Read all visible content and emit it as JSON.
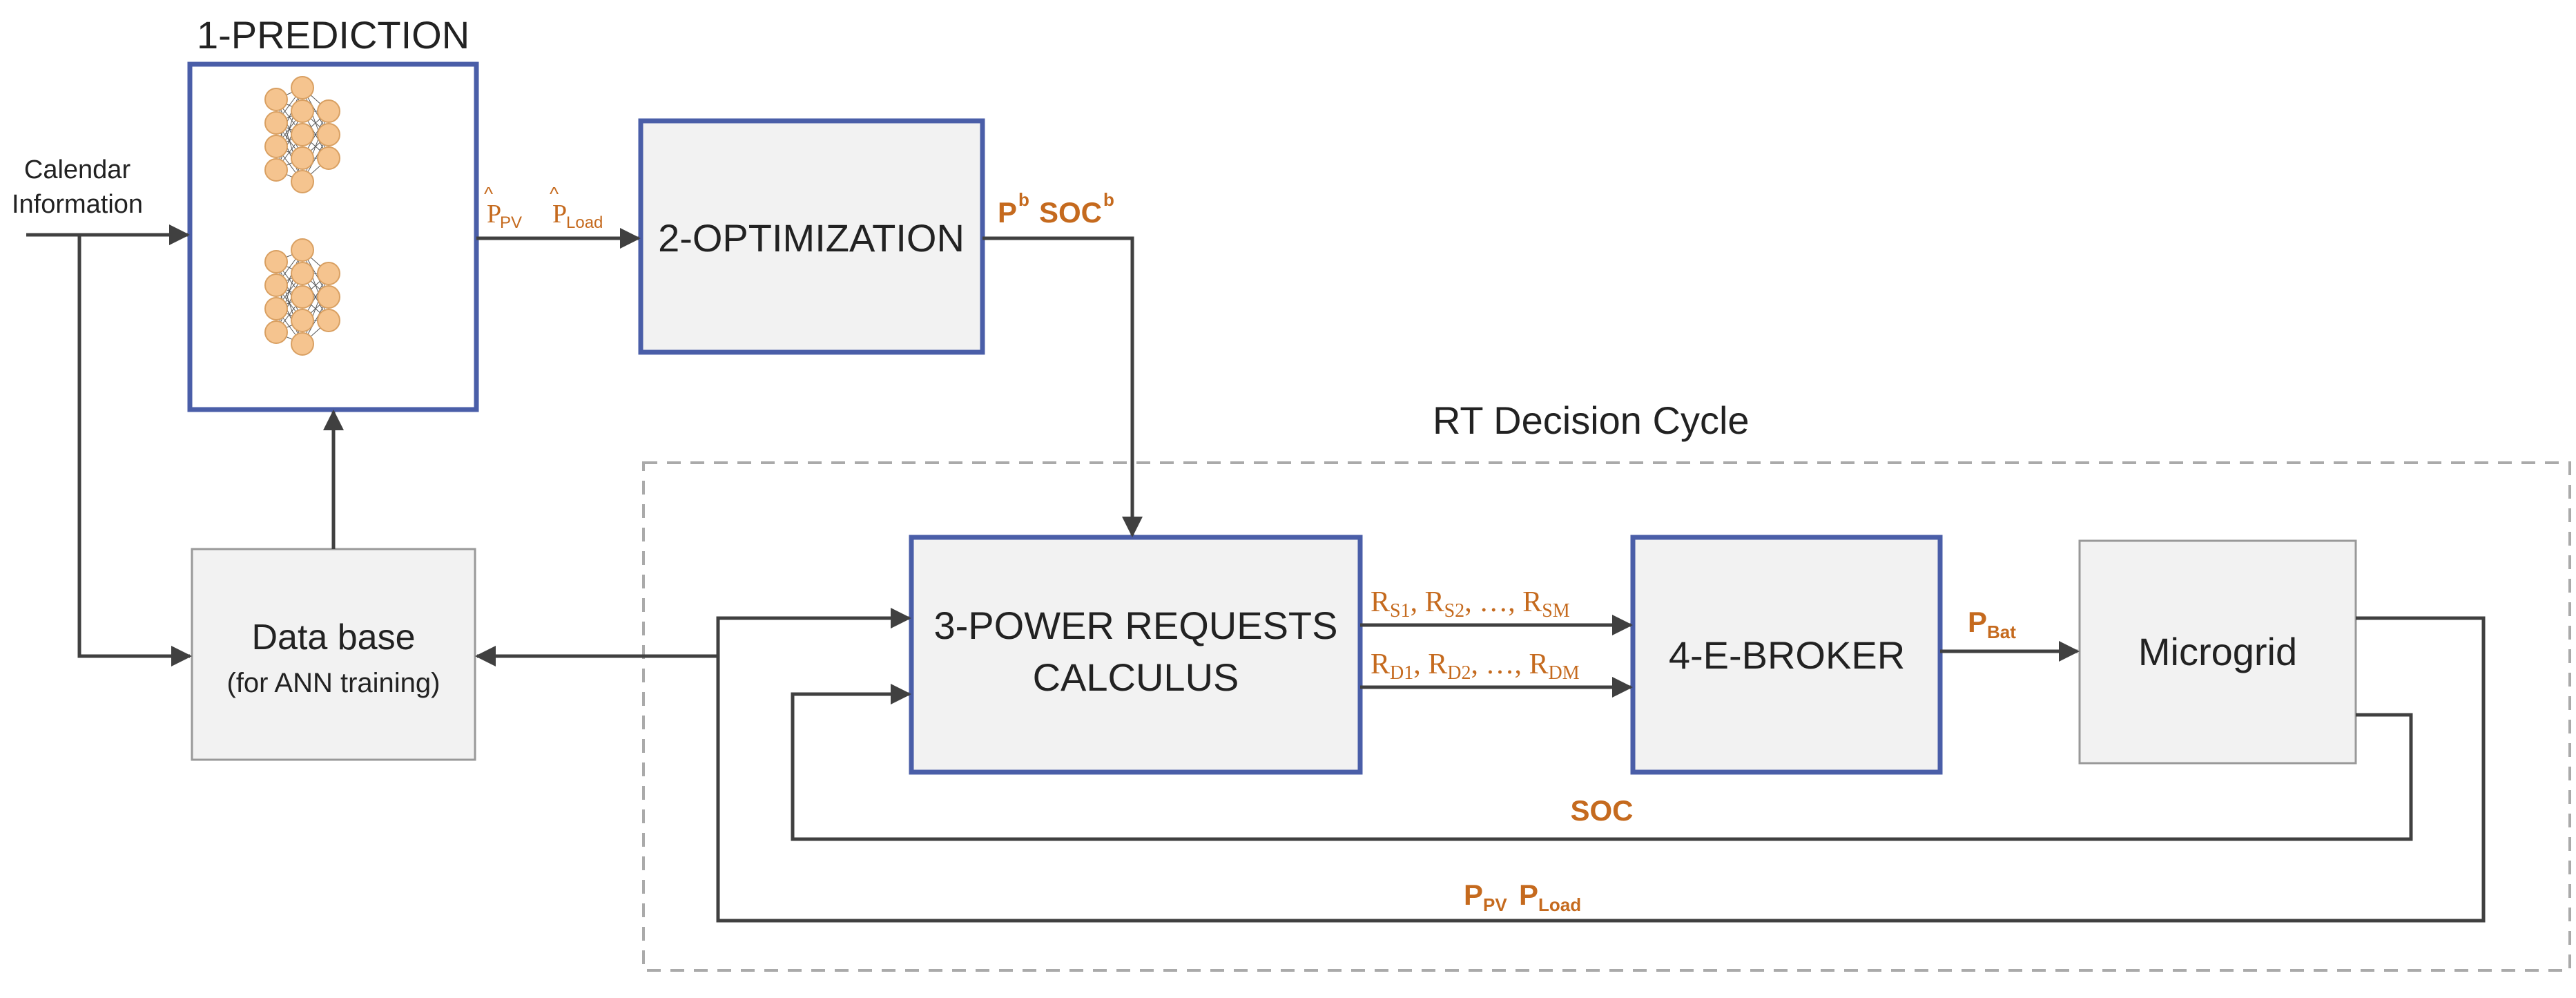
{
  "colors": {
    "block_border_highlight": "#4a5ea8",
    "block_border_plain": "#999999",
    "block_fill": "#f2f2f2",
    "line": "#404040",
    "accent_text": "#c56a1e",
    "neuron_fill": "#f5c48f",
    "neuron_stroke": "#d9a062",
    "dashed_border": "#aaaaaa"
  },
  "blocks": {
    "prediction": {
      "title": "1-PREDICTION"
    },
    "optimization": {
      "label": "2-OPTIMIZATION"
    },
    "database": {
      "line1": "Data base",
      "line2": "(for ANN training)"
    },
    "power_requests": {
      "line1": "3-POWER REQUESTS",
      "line2": "CALCULUS"
    },
    "ebroker": {
      "label": "4-E-BROKER"
    },
    "microgrid": {
      "label": "Microgrid"
    }
  },
  "cycle_label": "RT Decision Cycle",
  "input": {
    "line1": "Calendar",
    "line2": "Information"
  },
  "signals": {
    "p_pv_hat": {
      "base": "P",
      "sub": "PV"
    },
    "p_load_hat": {
      "base": "P",
      "sub": "Load"
    },
    "pb_socb": {
      "p": "P",
      "p_sup": "b",
      "soc": "SOC",
      "soc_sup": "b"
    },
    "rs": {
      "text": "R",
      "s1": "S1",
      "s2": "S2",
      "sm": "SM",
      "sep": ", ",
      "dots": ", …, "
    },
    "rd": {
      "text": "R",
      "d1": "D1",
      "d2": "D2",
      "dm": "DM",
      "sep": ", ",
      "dots": ", …, "
    },
    "p_bat": {
      "base": "P",
      "sub": "Bat"
    },
    "soc": "SOC",
    "ppv_pload": {
      "p1": "P",
      "sub1": "PV",
      "p2": "P",
      "sub2": "Load"
    }
  }
}
